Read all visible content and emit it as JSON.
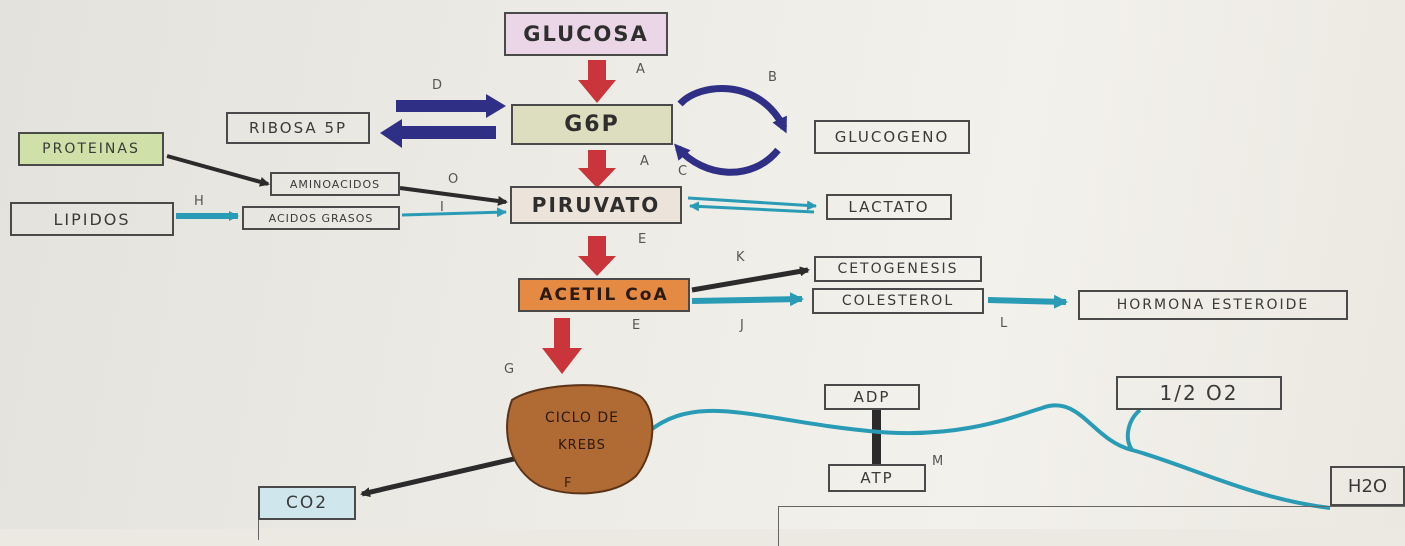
{
  "nodes": {
    "glucosa": "GLUCOSA",
    "g6p": "G6P",
    "ribosa": "RIBOSA 5P",
    "glucogeno": "GLUCOGENO",
    "proteinas": "PROTEINAS",
    "aminoacidos": "AMINOACIDOS",
    "lipidos": "LIPIDOS",
    "acidos_grasos": "ACIDOS GRASOS",
    "piruvato": "PIRUVATO",
    "lactato": "LACTATO",
    "acetil_coa": "ACETIL CoA",
    "cetogenesis": "CETOGENESIS",
    "colesterol": "COLESTEROL",
    "hormona": "HORMONA ESTEROIDE",
    "krebs_line1": "CICLO DE",
    "krebs_line2": "KREBS",
    "co2": "CO2",
    "adp": "ADP",
    "atp": "ATP",
    "o2": "1/2 O2",
    "h2o": "H2O"
  },
  "labels": {
    "a1": "A",
    "a2": "A",
    "b": "B",
    "c": "C",
    "d": "D",
    "o": "O",
    "i": "I",
    "h": "H",
    "e1": "E",
    "e2": "E",
    "k": "K",
    "j": "J",
    "l": "L",
    "g": "G",
    "f": "F",
    "m": "M"
  },
  "colors": {
    "glucosa_fill": "#ead6e6",
    "g6p_fill": "#ddddbf",
    "proteinas_fill": "#cfe0a8",
    "piruvato_fill": "#ece4da",
    "acetil_fill": "#e48a42",
    "krebs_fill": "#b06a33",
    "co2_fill": "#cfe6ec",
    "red_arrow": "#c9353a",
    "blue_arrow": "#2f2f86",
    "cyan_arrow": "#2a9bb5",
    "black_arrow": "#2b2b2b"
  }
}
